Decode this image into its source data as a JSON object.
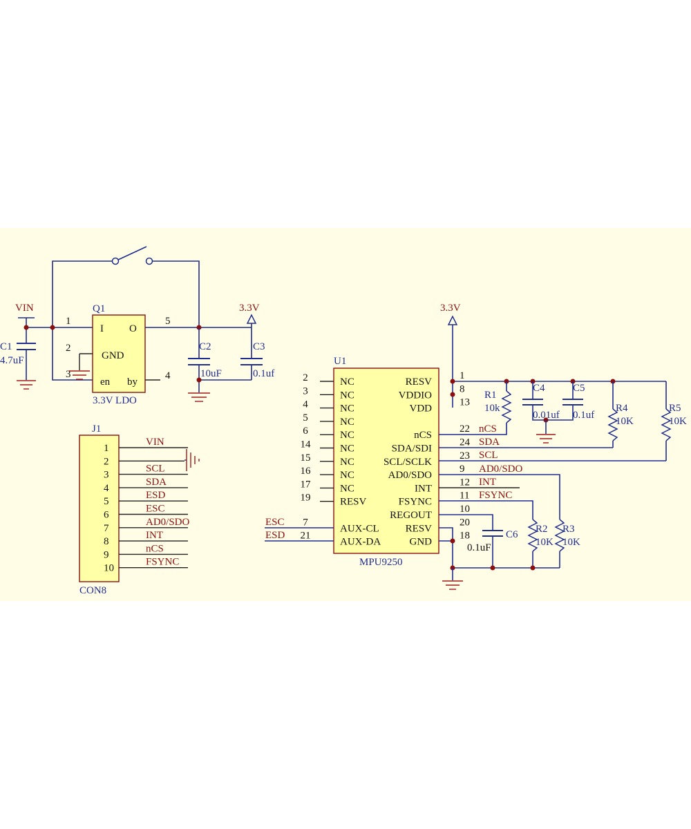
{
  "colors": {
    "panel": "#fffde6",
    "wire": "#1f2d8f",
    "ic_fill": "#ffffa8",
    "ic_border": "#8a1010",
    "net_label": "#8a1010",
    "junction": "#8a1010"
  },
  "ldo": {
    "refdes": "Q1",
    "type": "3.3V  LDO",
    "pin_I": "I",
    "pin_O": "O",
    "pin_GND": "GND",
    "pin_en": "en",
    "pin_by": "by",
    "pn1": "1",
    "pn2": "2",
    "pn3": "3",
    "pn4": "4",
    "pn5": "5"
  },
  "vin_label": "VIN",
  "v33_label_ldo": "3.3V",
  "v33_label_imu": "3.3V",
  "c1": {
    "ref": "C1",
    "val": "4.7uF"
  },
  "c2": {
    "ref": "C2",
    "val": "10uF"
  },
  "c3": {
    "ref": "C3",
    "val": "0.1uf"
  },
  "c4": {
    "ref": "C4",
    "val": "0.01uf"
  },
  "c5": {
    "ref": "C5",
    "val": "0.1uf"
  },
  "c6": {
    "ref": "C6",
    "val": "0.1uF"
  },
  "r1": {
    "ref": "R1",
    "val": "10k"
  },
  "r2": {
    "ref": "R2",
    "val": "10K"
  },
  "r3": {
    "ref": "R3",
    "val": "10K"
  },
  "r4": {
    "ref": "R4",
    "val": "10K"
  },
  "r5": {
    "ref": "R5",
    "val": "10K"
  },
  "connector": {
    "refdes": "J1",
    "type": "CON8",
    "pins": [
      {
        "num": "1",
        "net": "VIN"
      },
      {
        "num": "2",
        "net": ""
      },
      {
        "num": "3",
        "net": "SCL"
      },
      {
        "num": "4",
        "net": "SDA"
      },
      {
        "num": "5",
        "net": "ESD"
      },
      {
        "num": "6",
        "net": "ESC"
      },
      {
        "num": "7",
        "net": "AD0/SDO"
      },
      {
        "num": "8",
        "net": "INT"
      },
      {
        "num": "9",
        "net": "nCS"
      },
      {
        "num": "10",
        "net": "FSYNC"
      }
    ]
  },
  "imu": {
    "refdes": "U1",
    "type": "MPU9250",
    "left_pins": [
      {
        "num": "2",
        "name": "NC"
      },
      {
        "num": "3",
        "name": "NC"
      },
      {
        "num": "4",
        "name": "NC"
      },
      {
        "num": "5",
        "name": "NC"
      },
      {
        "num": "6",
        "name": "NC"
      },
      {
        "num": "14",
        "name": "NC"
      },
      {
        "num": "15",
        "name": "NC"
      },
      {
        "num": "16",
        "name": "NC"
      },
      {
        "num": "17",
        "name": "NC"
      },
      {
        "num": "19",
        "name": "RESV"
      },
      {
        "num": "",
        "name": ""
      },
      {
        "num": "7",
        "name": "AUX-CL"
      },
      {
        "num": "21",
        "name": "AUX-DA"
      }
    ],
    "right_pins": [
      {
        "num": "1",
        "name": "RESV"
      },
      {
        "num": "8",
        "name": "VDDIO"
      },
      {
        "num": "13",
        "name": "VDD"
      },
      {
        "num": "",
        "name": ""
      },
      {
        "num": "22",
        "name": "nCS"
      },
      {
        "num": "24",
        "name": "SDA/SDI"
      },
      {
        "num": "23",
        "name": "SCL/SCLK"
      },
      {
        "num": "9",
        "name": "AD0/SDO"
      },
      {
        "num": "12",
        "name": "INT"
      },
      {
        "num": "11",
        "name": "FSYNC"
      },
      {
        "num": "10",
        "name": "REGOUT"
      },
      {
        "num": "20",
        "name": "RESV"
      },
      {
        "num": "18",
        "name": "GND"
      }
    ],
    "right_nets": {
      "ncs": "nCS",
      "sda": "SDA",
      "scl": "SCL",
      "ad0": "AD0/SDO",
      "int": "INT",
      "fsync": "FSYNC"
    },
    "aux_nets": {
      "esc": "ESC",
      "esd": "ESD"
    }
  }
}
